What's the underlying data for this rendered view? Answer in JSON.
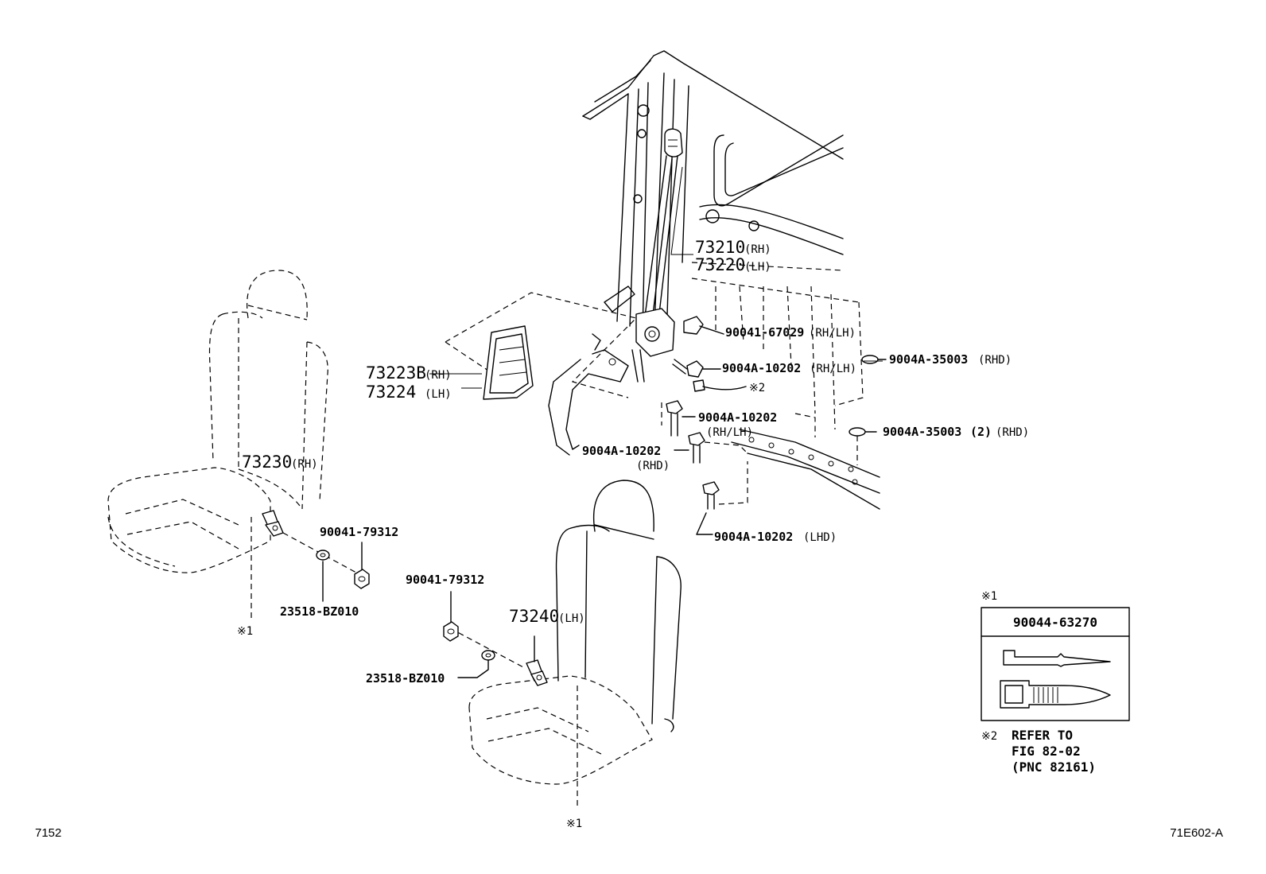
{
  "labels": {
    "belt_rh_num": "73210",
    "belt_rh_suffix": "(RH)",
    "belt_lh_num": "73220",
    "belt_lh_suffix": "(LH)",
    "cover_rh_num": "73223B",
    "cover_rh_suffix": "(RH)",
    "cover_lh_num": "73224",
    "cover_lh_suffix": "(LH)",
    "buckle_rh_num": "73230",
    "buckle_rh_suffix": "(RH)",
    "buckle_lh_num": "73240",
    "buckle_lh_suffix": "(LH)",
    "bolt_67029": "90041-67029",
    "bolt_67029_suffix": "(RH/LH)",
    "bolt_10202_a": "9004A-10202",
    "bolt_10202_a_suffix": "(RH/LH)",
    "plug_35003_a": "9004A-35003",
    "plug_35003_a_suffix": "(RHD)",
    "bolt_10202_b": "9004A-10202",
    "bolt_10202_b_suffix": "(RH/LH)",
    "plug_35003_b": "9004A-35003",
    "plug_35003_b_qty": "(2)",
    "plug_35003_b_suffix": "(RHD)",
    "bolt_10202_c": "9004A-10202",
    "bolt_10202_c_suffix": "(RHD)",
    "bolt_10202_d": "9004A-10202",
    "bolt_10202_d_suffix": "(LHD)",
    "nut_79312_a": "90041-79312",
    "washer_bz010_a": "23518-BZ010",
    "nut_79312_b": "90041-79312",
    "washer_bz010_b": "23518-BZ010",
    "ref_mark_2": "※2",
    "ref_mark_1_a": "※1",
    "ref_mark_1_b": "※1"
  },
  "notes": {
    "note1_mark": "※1",
    "note1_part": "90044-63270",
    "note2_mark": "※2",
    "note2_line1": "REFER TO",
    "note2_line2": "FIG 82-02",
    "note2_line3": "(PNC 82161)"
  },
  "footer": {
    "left_code": "7152",
    "right_code": "71E602-A"
  }
}
